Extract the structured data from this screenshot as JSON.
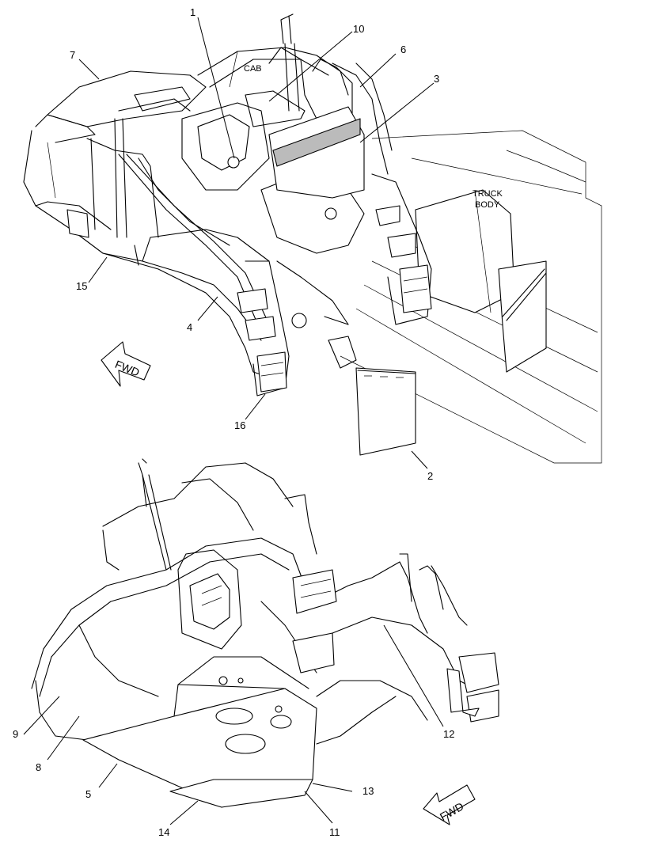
{
  "callouts": {
    "c1": "1",
    "c2": "2",
    "c3": "3",
    "c4": "4",
    "c5": "5",
    "c6": "6",
    "c7": "7",
    "c8": "8",
    "c9": "9",
    "c10": "10",
    "c11": "11",
    "c12": "12",
    "c13": "13",
    "c14": "14",
    "c15": "15",
    "c16": "16"
  },
  "labels": {
    "cab": "CAB",
    "truck_body_line1": "TRUCK",
    "truck_body_line2": "BODY",
    "fwd_top": "FWD",
    "fwd_bottom": "FWD"
  }
}
